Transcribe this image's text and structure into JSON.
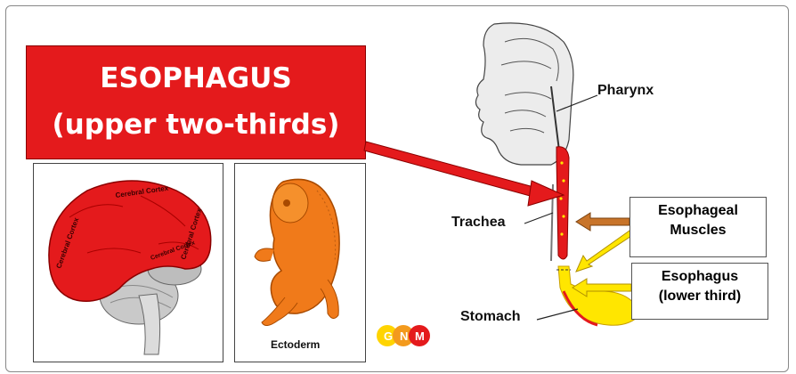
{
  "title": {
    "line1": "ESOPHAGUS",
    "line2": "(upper two-thirds)"
  },
  "brain": {
    "labels": [
      "Cerebral Cortex",
      "Cerebral Cortex",
      "Cerebral Cortex",
      "Cerebral Cortex"
    ]
  },
  "embryo": {
    "label": "Ectoderm"
  },
  "logo": {
    "letters": [
      "G",
      "N",
      "M"
    ]
  },
  "anatomy": {
    "pharynx": "Pharynx",
    "trachea": "Trachea",
    "stomach": "Stomach",
    "muscles_line1": "Esophageal",
    "muscles_line2": "Muscles",
    "lower_line1": "Esophagus",
    "lower_line2": "(lower third)"
  },
  "colors": {
    "red": "#e41a1c",
    "orange": "#f07a1a",
    "yellow": "#ffe600",
    "brown": "#c8742a"
  }
}
